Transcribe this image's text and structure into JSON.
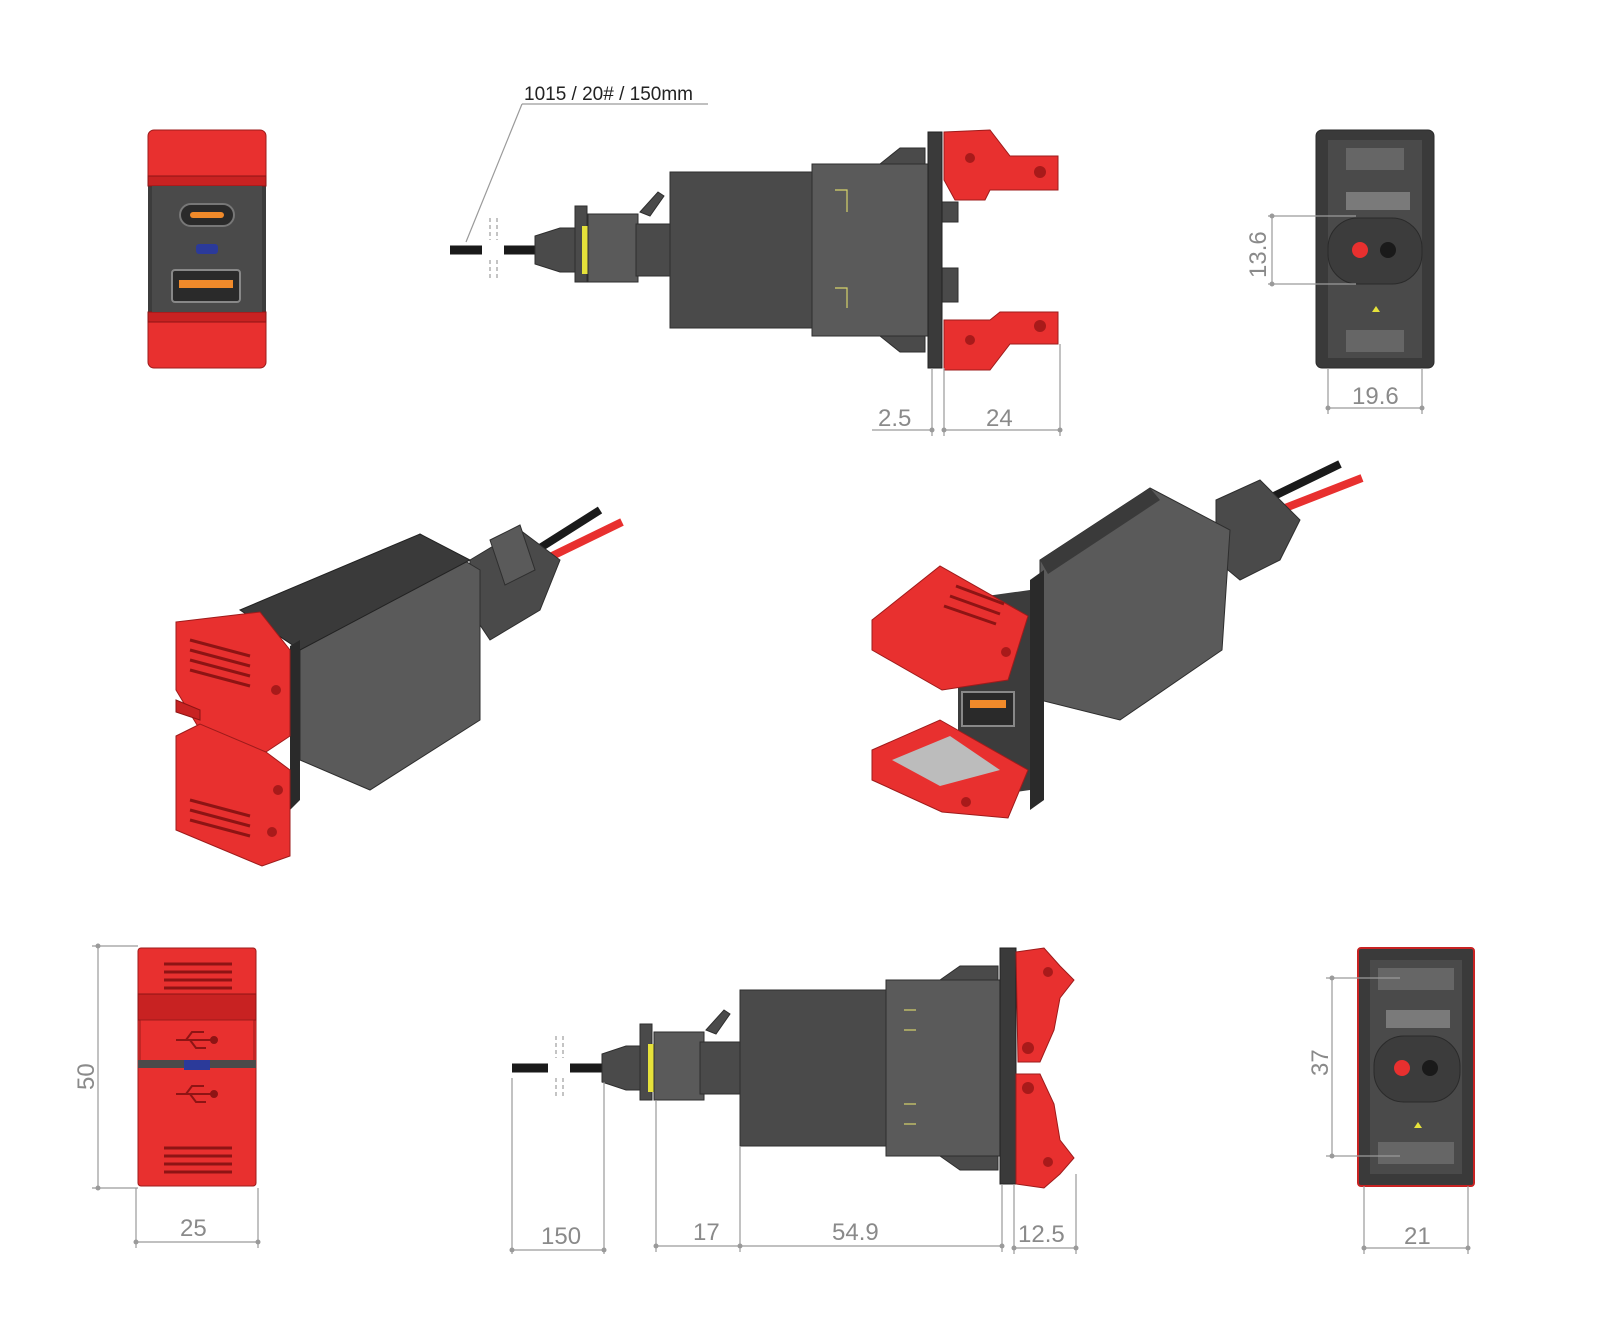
{
  "cable_label": "1015 / 20# / 150mm",
  "dimensions": {
    "top_side": {
      "flange": "2.5",
      "cover": "24"
    },
    "back_top": {
      "height": "13.6",
      "width": "19.6"
    },
    "front_bottom": {
      "height": "50",
      "width": "25"
    },
    "side_bottom": {
      "cable": "150",
      "plug": "17",
      "body": "54.9",
      "cover": "12.5"
    },
    "back_bottom": {
      "height": "37",
      "width": "21"
    }
  },
  "colors": {
    "cover": "#e8302f",
    "housing": "#4a4a4a",
    "usb_a": "#f08a2a",
    "led": "#2b3a9a",
    "ring": "#e6e23a"
  }
}
